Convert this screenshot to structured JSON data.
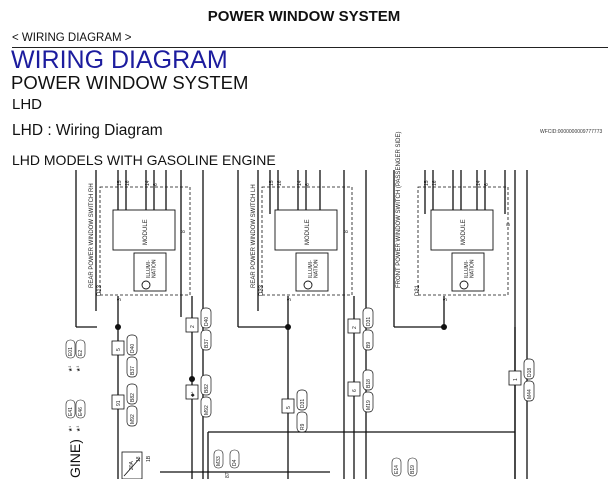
{
  "header": {
    "title": "POWER WINDOW SYSTEM",
    "breadcrumb": "< WIRING DIAGRAM >"
  },
  "section": {
    "title": "WIRING DIAGRAM",
    "system": "POWER WINDOW SYSTEM",
    "variant": "LHD",
    "subtitle": "LHD : Wiring Diagram",
    "wcid": "WFCID:0000000009777773",
    "models": "LHD MODELS WITH GASOLINE ENGINE"
  },
  "diagram": {
    "switches": [
      {
        "name": "REAR POWER WINDOW SWITCH RH",
        "connector": "D13",
        "module_label": "MODULE",
        "illumination_label": "ILLUMI-\nNATION",
        "top_pins": [
          "15",
          "16",
          "14",
          "6"
        ],
        "side_pin": "8",
        "bottom_pin": "3",
        "junctions": [
          {
            "pin": "5",
            "conn_top": "D40",
            "conn_bottom": "B37"
          },
          {
            "pin": "91",
            "conn_top": "B82",
            "conn_bottom": "M92"
          }
        ]
      },
      {
        "name": "REAR POWER WINDOW SWITCH LH",
        "connector": "D33",
        "module_label": "MODULE",
        "illumination_label": "ILLUMI-\nNATION",
        "top_pins": [
          "15",
          "16",
          "14",
          "6"
        ],
        "side_pin": "8",
        "bottom_pin": "3",
        "junctions": [
          {
            "pin": "2",
            "conn_top": "D40",
            "conn_bottom": "B37"
          },
          {
            "pin": "◆¹",
            "conn_top": "B82",
            "conn_bottom": "M92"
          },
          {
            "pin": "5",
            "conn_top": "D31",
            "conn_bottom": "R9"
          }
        ]
      },
      {
        "name": "FRONT POWER WINDOW SWITCH (PASSENGER SIDE)",
        "connector": "D31",
        "module_label": "MODULE",
        "illumination_label": "ILLUMI-\nNATION",
        "top_pins": [
          "15",
          "16",
          "14",
          "6"
        ],
        "side_pin": "8",
        "bottom_pin": "3",
        "junctions": [
          {
            "pin": "2",
            "conn_top": "D31",
            "conn_bottom": "B9"
          },
          {
            "pin": "6",
            "conn_top": "B18",
            "conn_bottom": "M19"
          },
          {
            "pin": "1",
            "conn_top": "D18",
            "conn_bottom": "M44"
          }
        ]
      }
    ],
    "legend_marks": [
      "★²",
      "★³",
      "★¹",
      "★³"
    ],
    "legend_codes": [
      "E01",
      "E2",
      "E41",
      "E46"
    ],
    "side_label": "GINE)",
    "fuse": {
      "amp": "20A",
      "id": "18",
      "pin": "1B"
    },
    "bottom_codes": [
      "M33",
      "D4",
      "87",
      "E14",
      "B19"
    ]
  }
}
